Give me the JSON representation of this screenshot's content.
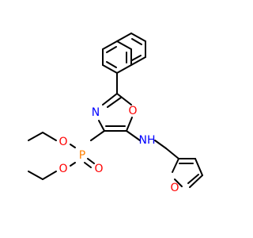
{
  "molecule": {
    "atoms": {
      "O_oxazole": {
        "symbol": "O",
        "color": "#ff0000"
      },
      "N_oxazole": {
        "symbol": "N",
        "color": "#0000ff"
      },
      "N_amine": {
        "symbol": "NH",
        "color": "#0000ff"
      },
      "P": {
        "symbol": "P",
        "color": "#ff8000"
      },
      "O_pdouble": {
        "symbol": "O",
        "color": "#ff0000"
      },
      "O_ester1": {
        "symbol": "O",
        "color": "#ff0000"
      },
      "O_ester2": {
        "symbol": "O",
        "color": "#ff0000"
      },
      "O_furan": {
        "symbol": "O",
        "color": "#ff0000"
      }
    },
    "bond_color": "#000000",
    "background": "#ffffff"
  }
}
